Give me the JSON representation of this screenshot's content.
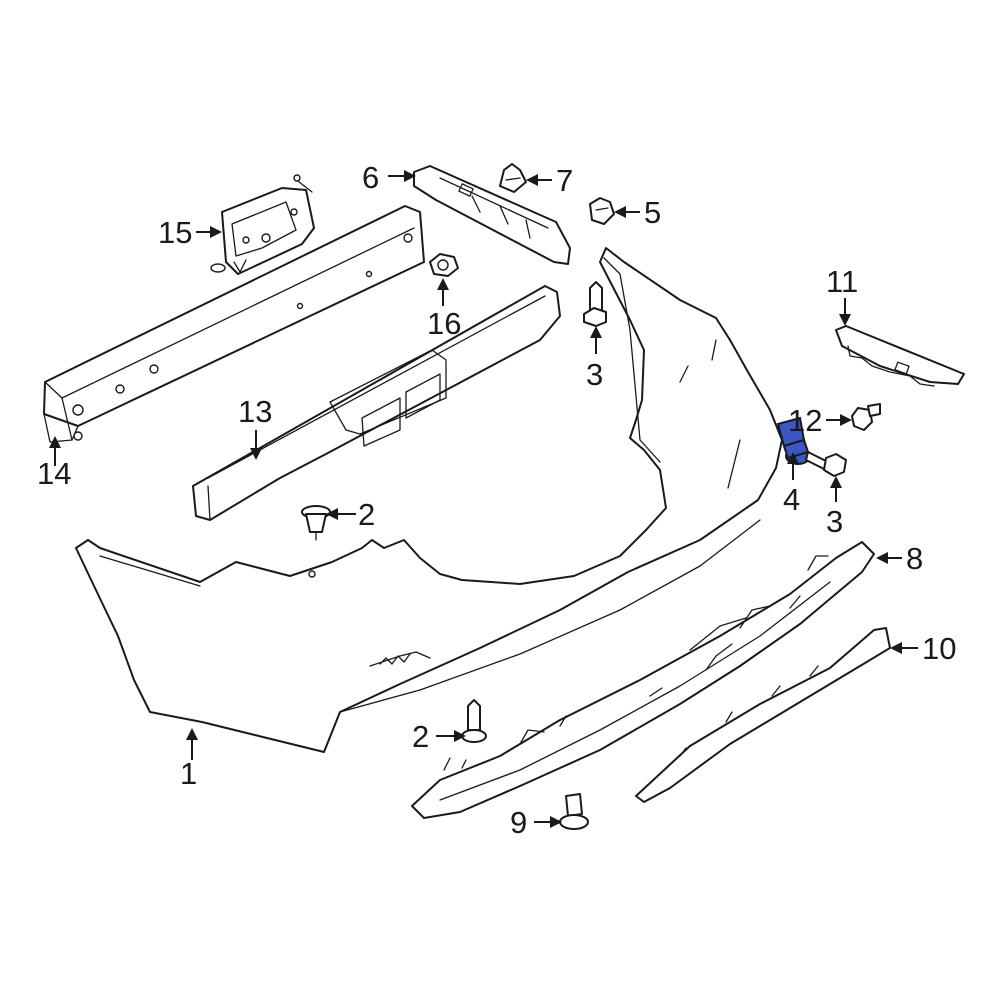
{
  "highlight_color": "#3a57c8",
  "callouts": [
    {
      "id": "c1",
      "number": "1"
    },
    {
      "id": "c2a",
      "number": "2"
    },
    {
      "id": "c2b",
      "number": "2"
    },
    {
      "id": "c3a",
      "number": "3"
    },
    {
      "id": "c3b",
      "number": "3"
    },
    {
      "id": "c4",
      "number": "4",
      "highlighted": true
    },
    {
      "id": "c5",
      "number": "5"
    },
    {
      "id": "c6",
      "number": "6"
    },
    {
      "id": "c7",
      "number": "7"
    },
    {
      "id": "c8",
      "number": "8"
    },
    {
      "id": "c9",
      "number": "9"
    },
    {
      "id": "c10",
      "number": "10"
    },
    {
      "id": "c11",
      "number": "11"
    },
    {
      "id": "c12",
      "number": "12"
    },
    {
      "id": "c13",
      "number": "13"
    },
    {
      "id": "c14",
      "number": "14"
    },
    {
      "id": "c15",
      "number": "15"
    },
    {
      "id": "c16",
      "number": "16"
    }
  ]
}
